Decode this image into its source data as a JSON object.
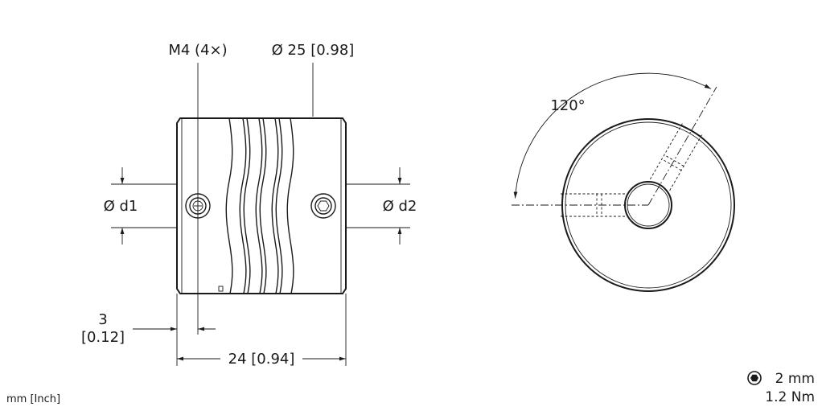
{
  "dimensions": {
    "screw": "M4 (4×)",
    "outer_diameter": "Ø 25 [0.98]",
    "bore_1": "Ø d1",
    "bore_2": "Ø d2",
    "screw_offset_mm": "3",
    "screw_offset_in": "[0.12]",
    "length": "24 [0.94]",
    "angle": "120°"
  },
  "units_note": "mm [Inch]",
  "tool": {
    "key_size": "2 mm",
    "torque": "1.2 Nm"
  },
  "colors": {
    "line": "#1a1a1a",
    "background": "#ffffff"
  },
  "icons": {
    "tool": "hex-key-icon"
  }
}
